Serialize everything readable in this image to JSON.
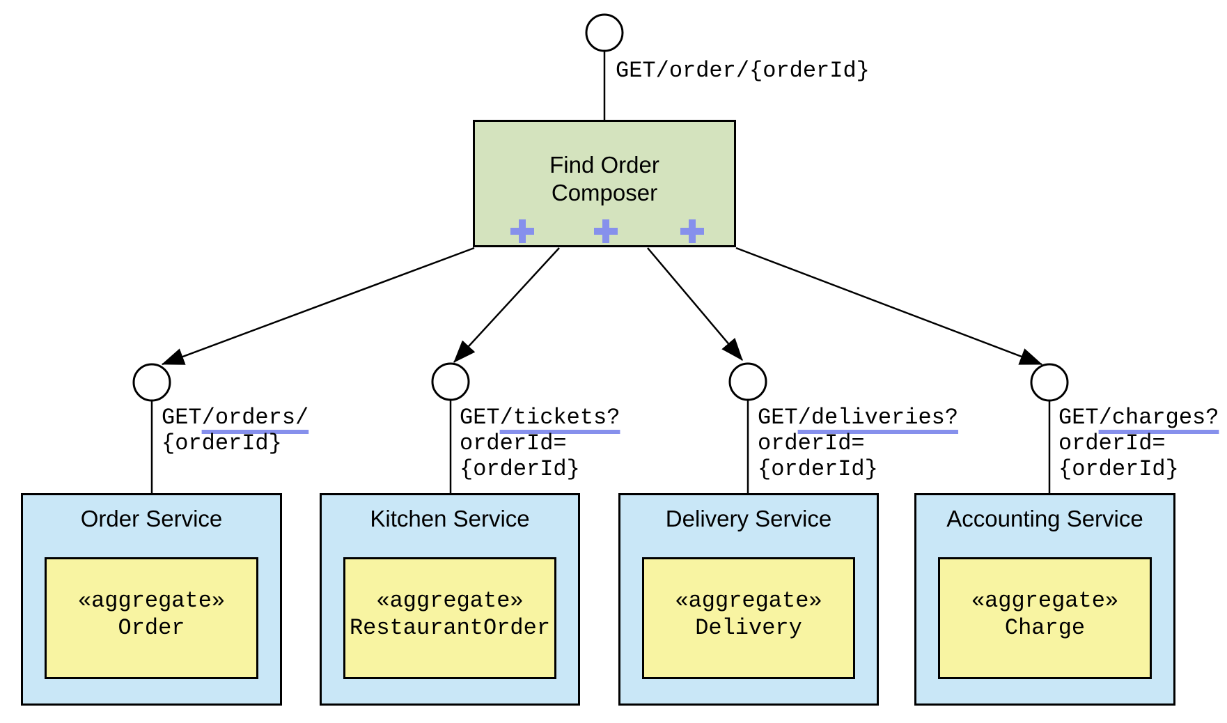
{
  "colors": {
    "accent": "#8690ec",
    "composer-fill": "#d4e3be",
    "service-fill": "#c9e7f7",
    "aggregate-fill": "#f8f4a2"
  },
  "root_endpoint": {
    "label": "GET/order/{orderId}"
  },
  "composer": {
    "title_line1": "Find Order",
    "title_line2": "Composer",
    "plus_count": 3
  },
  "endpoints": [
    {
      "method_prefix": "GET",
      "underlined": "/orders/",
      "line2": "{orderId}",
      "line3": ""
    },
    {
      "method_prefix": "GET",
      "underlined": "/tickets?",
      "line2": "orderId=",
      "line3": "{orderId}"
    },
    {
      "method_prefix": "GET",
      "underlined": "/deliveries?",
      "line2": "orderId=",
      "line3": "{orderId}"
    },
    {
      "method_prefix": "GET",
      "underlined": "/charges?",
      "line2": "orderId=",
      "line3": "{orderId}"
    }
  ],
  "services": [
    {
      "name": "Order Service",
      "aggregate_stereotype": "«aggregate»",
      "aggregate_name": "Order"
    },
    {
      "name": "Kitchen Service",
      "aggregate_stereotype": "«aggregate»",
      "aggregate_name": "RestaurantOrder"
    },
    {
      "name": "Delivery Service",
      "aggregate_stereotype": "«aggregate»",
      "aggregate_name": "Delivery"
    },
    {
      "name": "Accounting Service",
      "aggregate_stereotype": "«aggregate»",
      "aggregate_name": "Charge"
    }
  ]
}
